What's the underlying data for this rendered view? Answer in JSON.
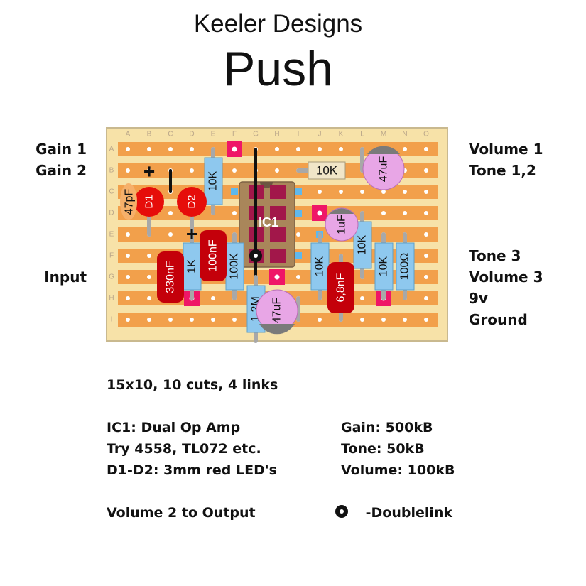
{
  "header": {
    "subtitle": "Keeler Designs",
    "title": "Push"
  },
  "board": {
    "columns": [
      "A",
      "B",
      "C",
      "D",
      "E",
      "F",
      "G",
      "H",
      "I",
      "J",
      "K",
      "L",
      "M",
      "N",
      "O"
    ],
    "rows": [
      "A",
      "B",
      "C",
      "D",
      "E",
      "F",
      "G",
      "H",
      "I"
    ],
    "colors": {
      "board": "#f7e2a8",
      "strip": "#f2a04b",
      "hole": "#ffffff",
      "resistor": "#8ec8ee",
      "film_cap": "#c4000a",
      "electrolytic": "#e8a6e6",
      "ic_body": "#a9865a",
      "cut": "#ef1667",
      "ic_pad": "#a2174a"
    }
  },
  "labels": {
    "left": [
      {
        "row": "A",
        "text": "Gain 1"
      },
      {
        "row": "B",
        "text": "Gain 2"
      },
      {
        "row": "G",
        "text": "Input"
      }
    ],
    "right": [
      {
        "row": "A",
        "text": "Volume 1"
      },
      {
        "row": "B",
        "text": "Tone 1,2"
      },
      {
        "row": "F",
        "text": "Tone 3"
      },
      {
        "row": "G",
        "text": "Volume 3"
      },
      {
        "row": "H",
        "text": "9v"
      },
      {
        "row": "I",
        "text": "Ground"
      }
    ]
  },
  "components": {
    "ic": {
      "label": "IC1"
    },
    "resistors": [
      {
        "value": "10K"
      },
      {
        "value": "10K"
      },
      {
        "value": "1K"
      },
      {
        "value": "100K"
      },
      {
        "value": "1,2M"
      },
      {
        "value": "10K"
      },
      {
        "value": "10K"
      },
      {
        "value": "10K"
      },
      {
        "value": "100Ω"
      }
    ],
    "film_caps": [
      {
        "value": "100nF"
      },
      {
        "value": "330nF"
      },
      {
        "value": "6,8nF"
      }
    ],
    "electrolytics": [
      {
        "value": "47uF"
      },
      {
        "value": "47uF"
      },
      {
        "value": "1uF"
      }
    ],
    "diodes": [
      {
        "value": "D1"
      },
      {
        "value": "D2"
      }
    ],
    "ceramic": {
      "value": "47pF"
    },
    "markers": {
      "plus": "+"
    }
  },
  "notes": {
    "size": "15x10, 10 cuts, 4 links",
    "ic_desc": "IC1: Dual Op Amp",
    "ic_try": "Try 4558, TL072 etc.",
    "diodes": "D1-D2: 3mm red LED's",
    "gain": "Gain: 500kB",
    "tone": "Tone: 50kB",
    "volume": "Volume: 100kB",
    "volume2": "Volume 2 to Output",
    "doublelink": "-Doublelink"
  }
}
